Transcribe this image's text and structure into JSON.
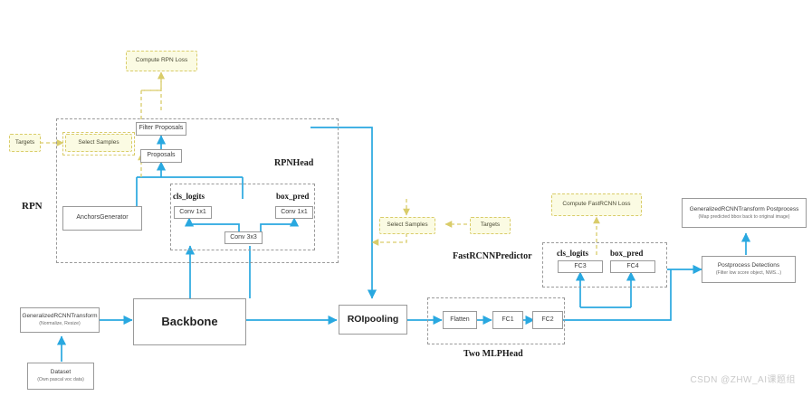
{
  "diagram": {
    "title": "Faster R-CNN architecture flow",
    "colors": {
      "flow_blue": "#29a8e0",
      "loss_yellow": "#d9cc6a",
      "loss_fill": "#fbfbe3",
      "box_border": "#9a9a9a",
      "group_border": "#9a9a9a",
      "watermark": "#c9c9c9"
    },
    "groups": [
      {
        "name": "rpn",
        "label": "RPN"
      },
      {
        "name": "rpnhead",
        "label": "RPNHead"
      },
      {
        "name": "fastrcnn_predictor",
        "label": "FastRCNNPredictor"
      },
      {
        "name": "two_mlphead",
        "label": "Two MLPHead"
      }
    ],
    "nodes": {
      "compute_rpn_loss": "Compute RPN Loss",
      "targets_rpn": "Targets",
      "select_samples_rpn": "Select Samples",
      "filter_proposals": "Filter Proposals",
      "proposals": "Proposals",
      "anchors_generator": "AnchorsGenerator",
      "cls_logits_rpn": "cls_logits",
      "box_pred_rpn": "box_pred",
      "conv1x1_cls": "Conv 1x1",
      "conv1x1_box": "Conv 1x1",
      "conv3x3": "Conv 3x3",
      "transform": "GeneralizedRCNNTransform",
      "transform_sub": "(Normalize, Resize)",
      "dataset": "Dataset",
      "dataset_sub": "(Own pascal voc data)",
      "backbone": "Backbone",
      "roipooling": "ROIpooling",
      "flatten": "Flatten",
      "fc1": "FC1",
      "fc2": "FC2",
      "select_samples_frcnn": "Select Samples",
      "targets_frcnn": "Targets",
      "compute_fastrcnn_loss": "Compute FastRCNN Loss",
      "cls_logits_frcnn": "cls_logits",
      "box_pred_frcnn": "box_pred",
      "fc3": "FC3",
      "fc4": "FC4",
      "postprocess_detections": "Postprocess Detections",
      "postprocess_detections_sub": "(Filter low score object,  NMS...)",
      "transform_postprocess": "GeneralizedRCNNTransform   Postprocess",
      "transform_postprocess_sub": "(Map predicted bbox back to original image)"
    },
    "watermark": "CSDN @ZHW_AI课题组"
  }
}
